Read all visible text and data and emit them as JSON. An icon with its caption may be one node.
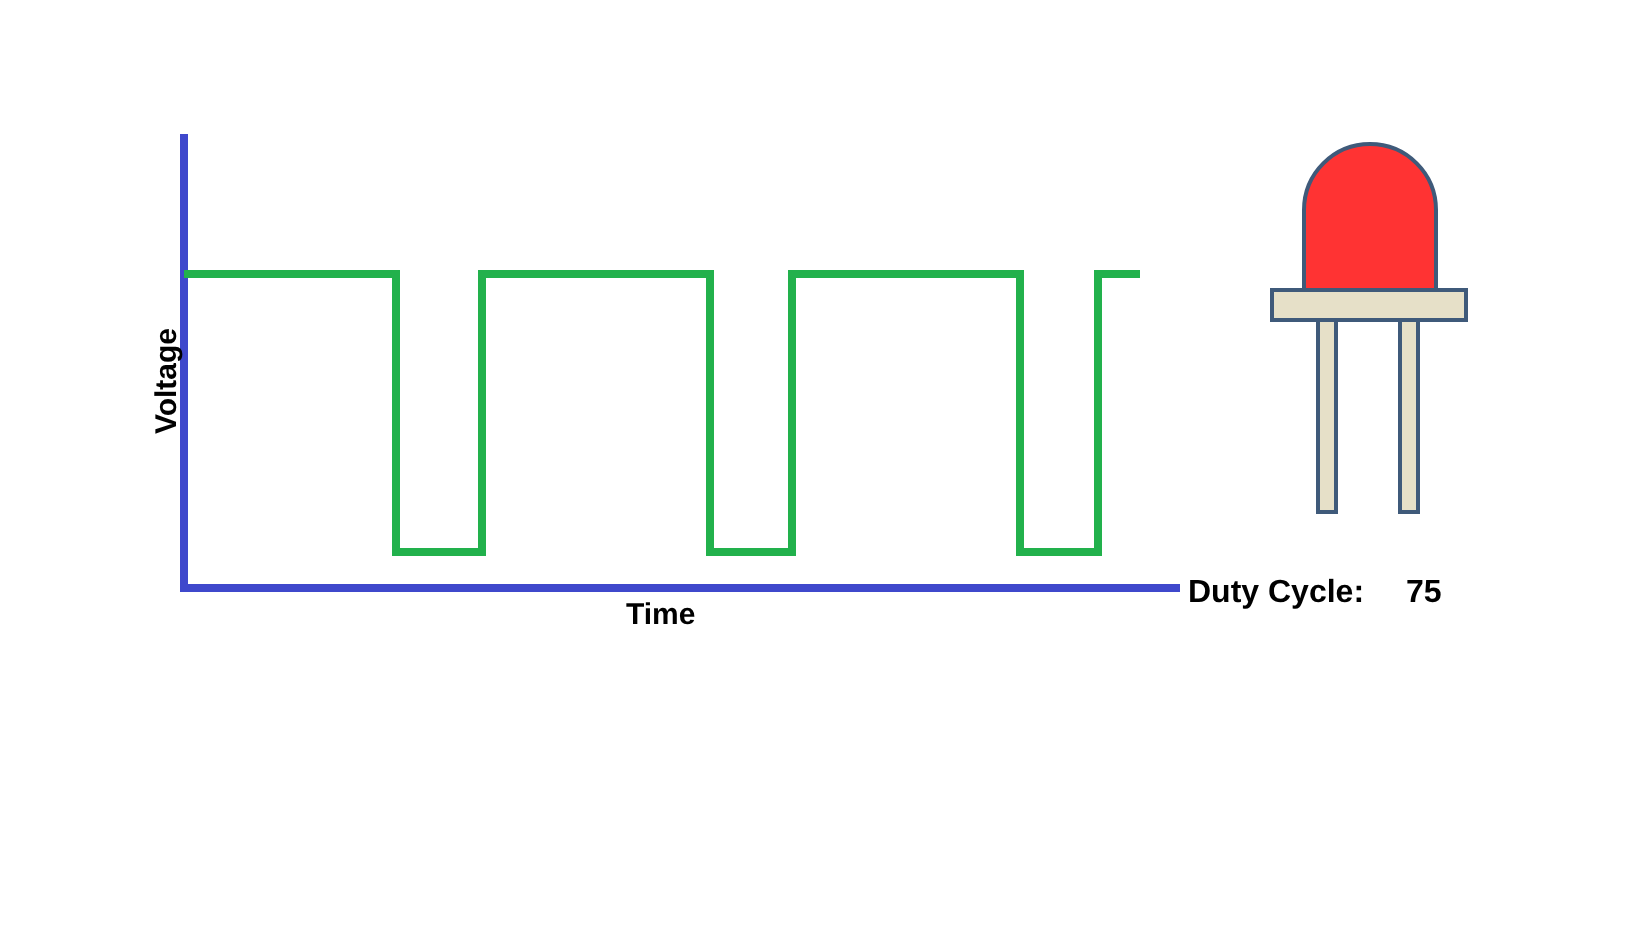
{
  "diagram": {
    "labels": [
      "Voltage",
      "Time",
      "Duty Cycle:",
      "75"
    ]
  }
}
